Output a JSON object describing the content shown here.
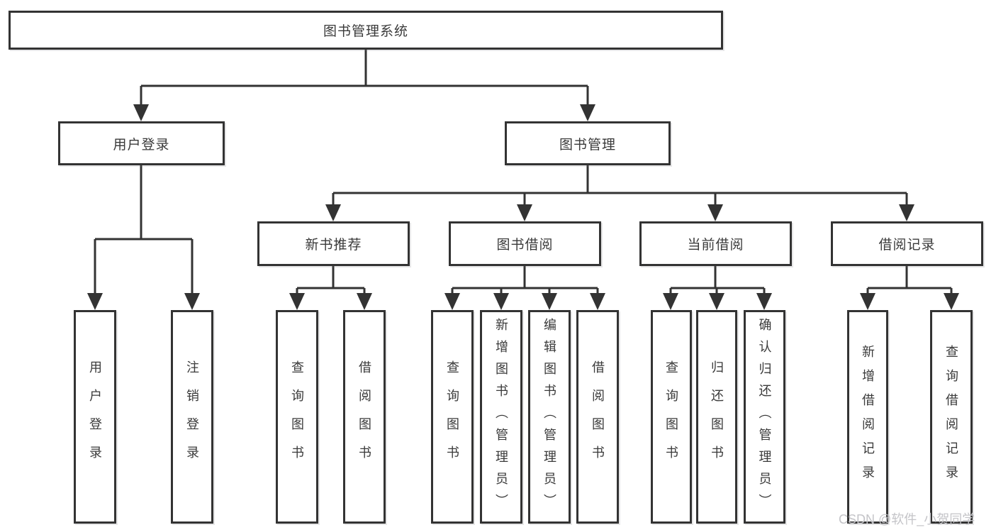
{
  "tree": {
    "root": "图书管理系统",
    "children": [
      {
        "label": "用户登录",
        "children": [
          {
            "label": "用户登录"
          },
          {
            "label": "注销登录"
          }
        ]
      },
      {
        "label": "图书管理",
        "children": [
          {
            "label": "新书推荐",
            "children": [
              {
                "label": "查询图书"
              },
              {
                "label": "借阅图书"
              }
            ]
          },
          {
            "label": "图书借阅",
            "children": [
              {
                "label": "查询图书"
              },
              {
                "label": "新增图书（管理员）"
              },
              {
                "label": "编辑图书（管理员）"
              },
              {
                "label": "借阅图书"
              }
            ]
          },
          {
            "label": "当前借阅",
            "children": [
              {
                "label": "查询图书"
              },
              {
                "label": "归还图书"
              },
              {
                "label": "确认归还（管理员）"
              }
            ]
          },
          {
            "label": "借阅记录",
            "children": [
              {
                "label": "新增借阅记录"
              },
              {
                "label": "查询借阅记录"
              }
            ]
          }
        ]
      }
    ]
  },
  "watermark": {
    "text": "CSDN @软件_小贺同学"
  },
  "colors": {
    "line": "#333333",
    "text": "#3a3a3a",
    "box_background": "#ffffff",
    "background": "#ffffff",
    "watermark": "#c4c4c8"
  }
}
